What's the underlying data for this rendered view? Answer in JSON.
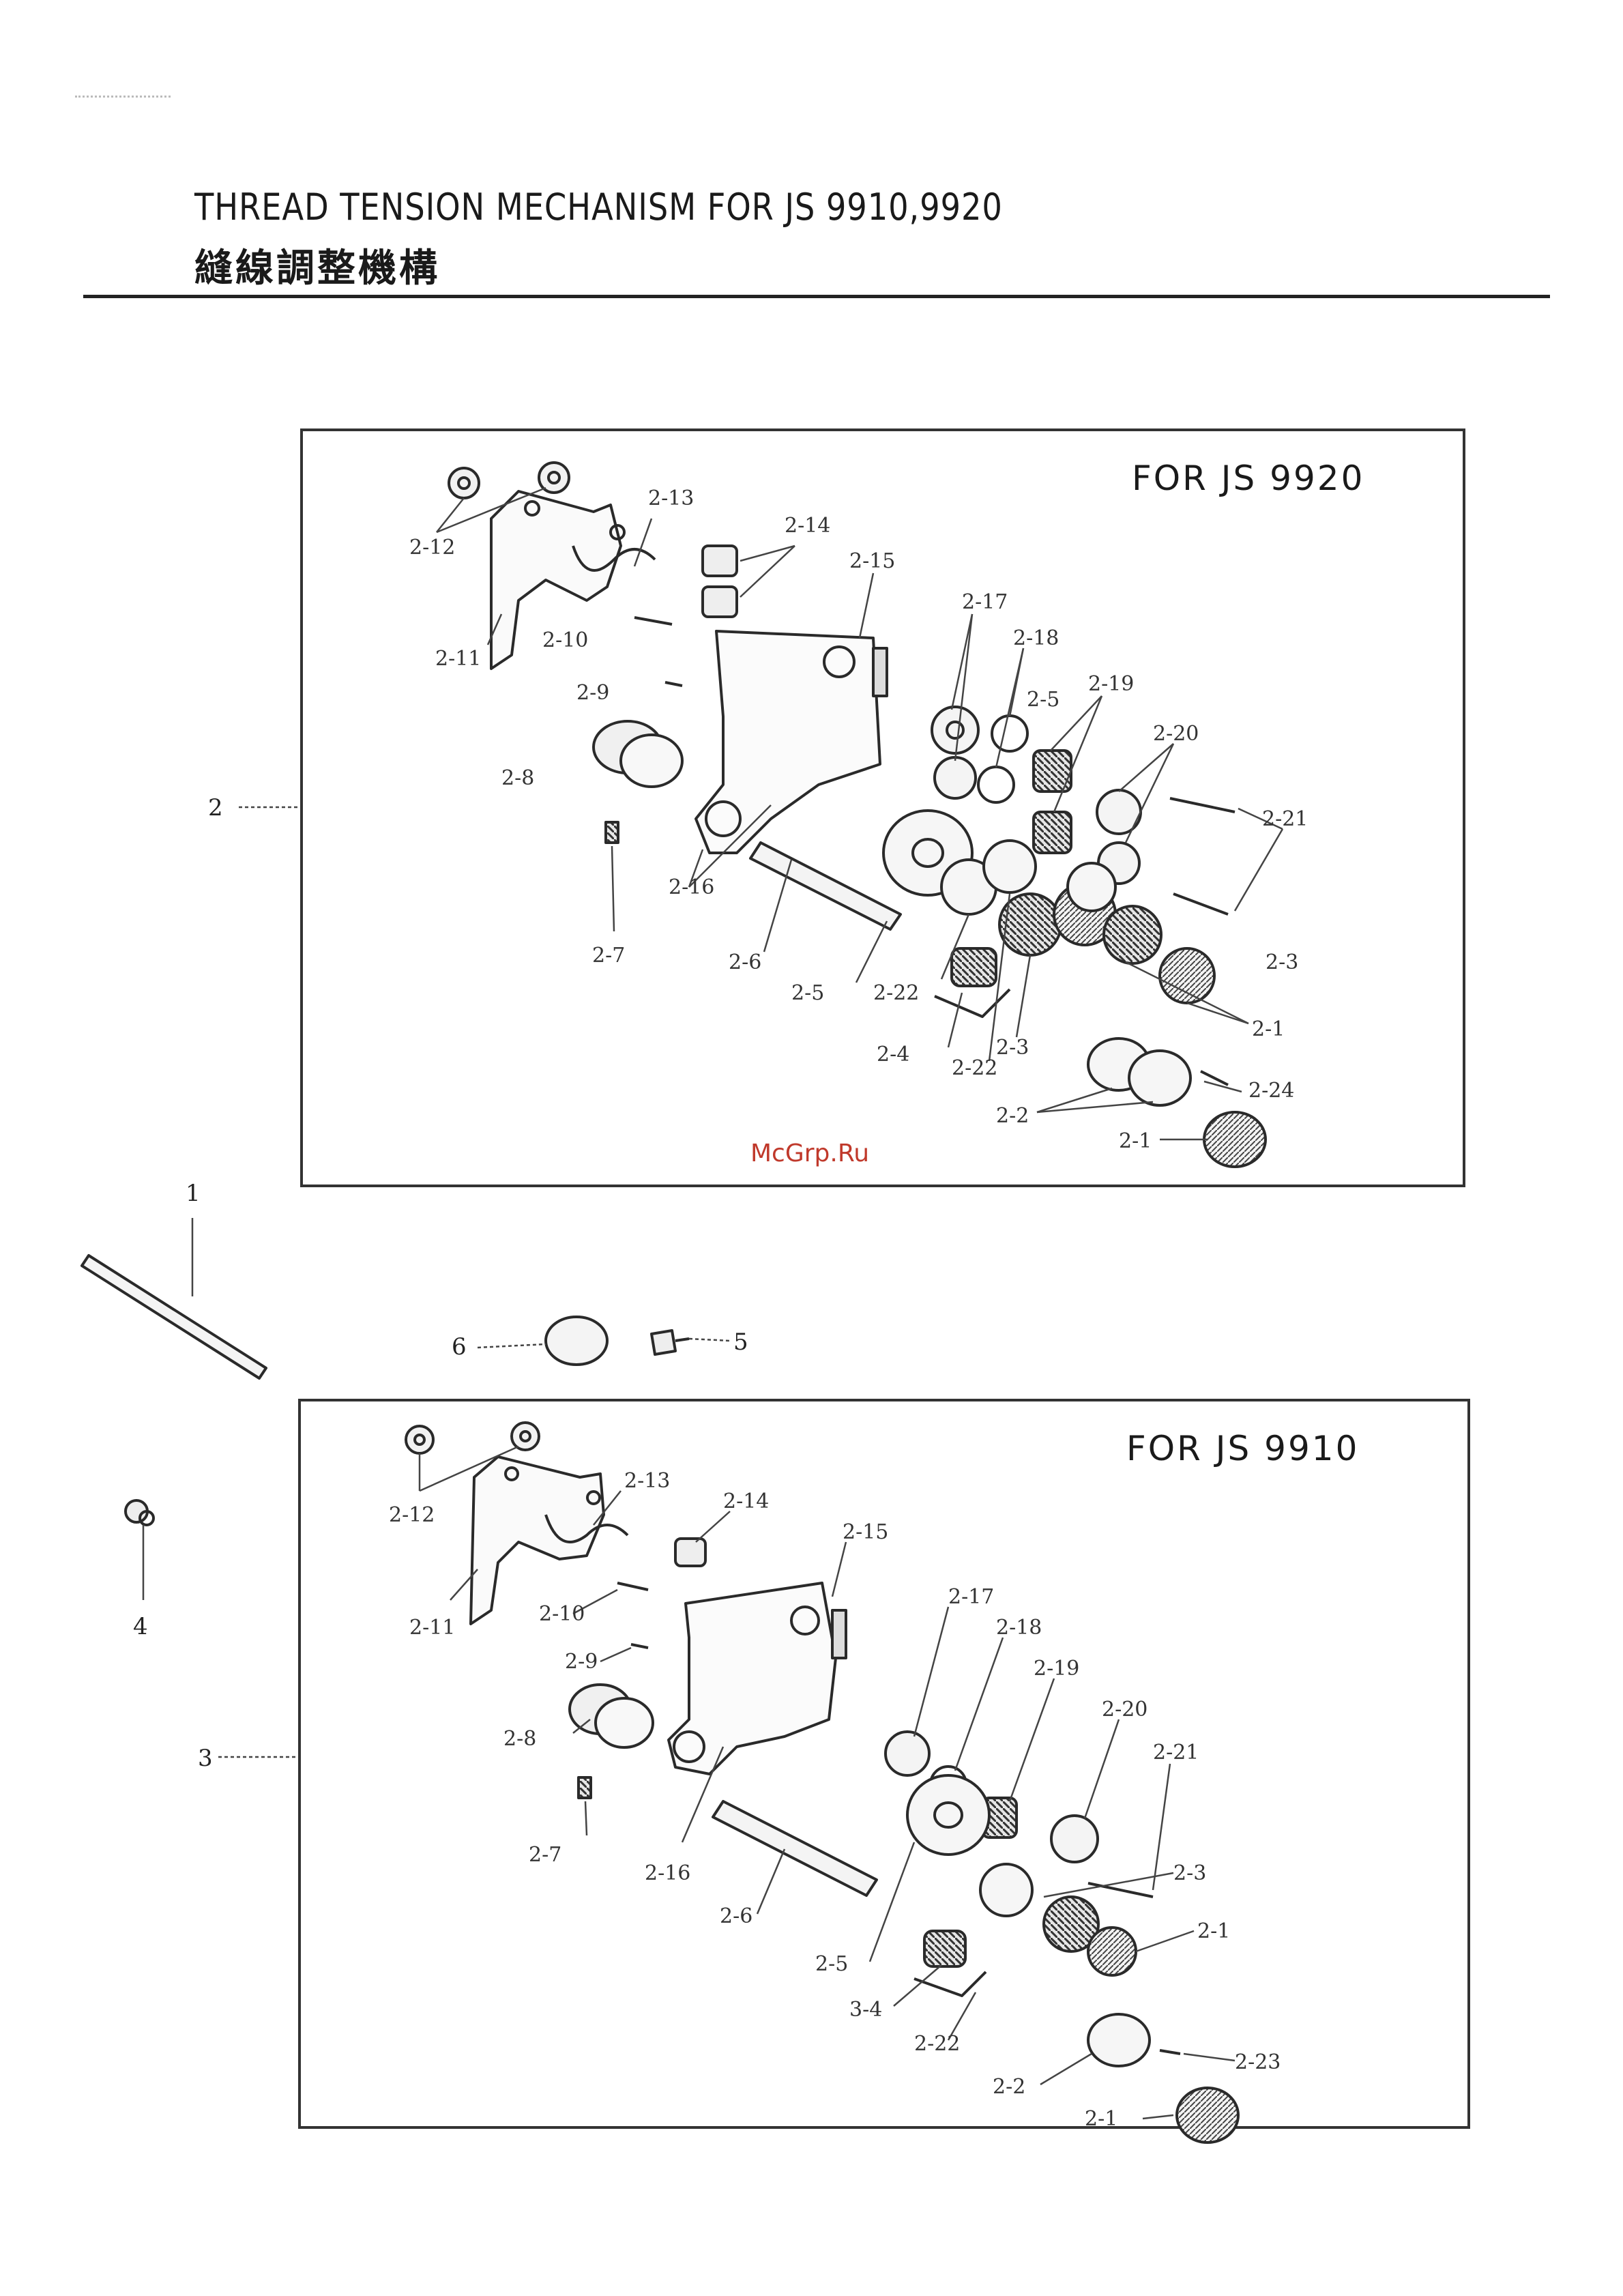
{
  "header": {
    "title": "THREAD TENSION MECHANISM FOR  JS 9910,9920",
    "subtitle": "縫線調整機構"
  },
  "panels": {
    "top_label": "FOR  JS 9920",
    "bottom_label": "FOR  JS 9910"
  },
  "watermark": "McGrp.Ru",
  "callouts": {
    "main": [
      "2",
      "1",
      "6",
      "5",
      "4",
      "3"
    ],
    "top": [
      "2-12",
      "2-13",
      "2-14",
      "2-15",
      "2-11",
      "2-10",
      "2-17",
      "2-18",
      "2-9",
      "2-5",
      "2-19",
      "2-20",
      "2-8",
      "2-21",
      "2-16",
      "2-7",
      "2-6",
      "2-3",
      "2-5",
      "2-22",
      "2-1",
      "2-4",
      "2-22",
      "2-3",
      "2-24",
      "2-2",
      "2-1"
    ],
    "bottom": [
      "2-12",
      "2-13",
      "2-14",
      "2-15",
      "2-11",
      "2-10",
      "2-17",
      "2-18",
      "2-9",
      "2-19",
      "2-20",
      "2-21",
      "2-8",
      "2-16",
      "2-7",
      "2-3",
      "2-6",
      "2-1",
      "2-5",
      "3-4",
      "2-22",
      "2-23",
      "2-2",
      "2-1"
    ]
  }
}
